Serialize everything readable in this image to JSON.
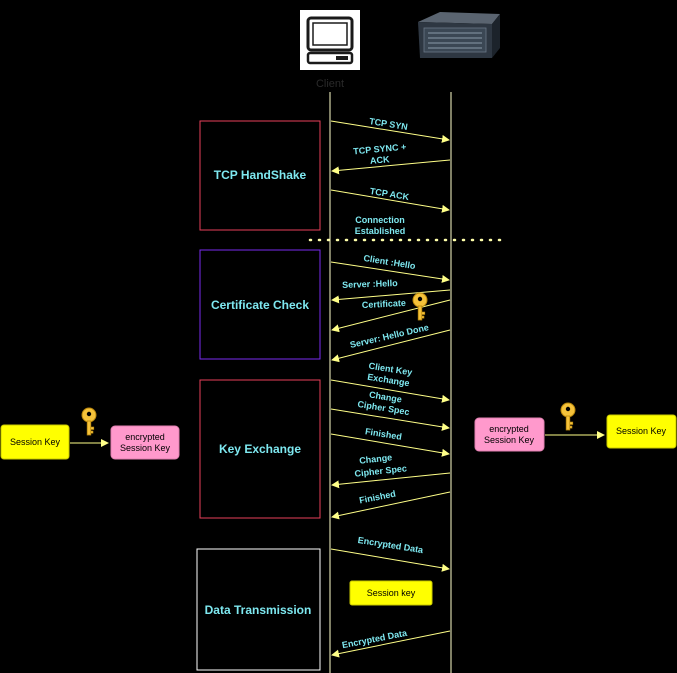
{
  "actors": {
    "client_label": "Client",
    "server_label": ""
  },
  "phases": [
    {
      "label": "TCP HandShake"
    },
    {
      "label": "Certificate Check"
    },
    {
      "label": "Key Exchange"
    },
    {
      "label": "Data Transmission"
    }
  ],
  "messages": [
    {
      "lines": [
        "TCP SYN"
      ],
      "direction": "client-to-server"
    },
    {
      "lines": [
        "TCP SYNC +",
        "ACK"
      ],
      "direction": "server-to-client"
    },
    {
      "lines": [
        "TCP ACK"
      ],
      "direction": "client-to-server"
    },
    {
      "lines": [
        "Client :Hello"
      ],
      "direction": "client-to-server"
    },
    {
      "lines": [
        "Server :Hello"
      ],
      "direction": "server-to-client"
    },
    {
      "lines": [
        "Certificate"
      ],
      "direction": "server-to-client"
    },
    {
      "lines": [
        "Server: Hello Done"
      ],
      "direction": "server-to-client"
    },
    {
      "lines": [
        "Client Key",
        "Exchange"
      ],
      "direction": "client-to-server"
    },
    {
      "lines": [
        "Change",
        "Cipher Spec"
      ],
      "direction": "client-to-server"
    },
    {
      "lines": [
        "Finished"
      ],
      "direction": "client-to-server"
    },
    {
      "lines": [
        "Change",
        "Cipher Spec"
      ],
      "direction": "server-to-client"
    },
    {
      "lines": [
        "Finished"
      ],
      "direction": "server-to-client"
    },
    {
      "lines": [
        "Encrypted Data"
      ],
      "direction": "client-to-server"
    },
    {
      "lines": [
        "Encrypted Data"
      ],
      "direction": "server-to-client"
    }
  ],
  "connection_note": [
    "Connection",
    "Established"
  ],
  "left_key": {
    "session_key": "Session Key",
    "encrypted": [
      "encrypted",
      "Session Key"
    ]
  },
  "right_key": {
    "session_key": "Session Key",
    "encrypted": [
      "encrypted",
      "Session Key"
    ]
  },
  "data_session_key": "Session key",
  "icons": [
    "computer-icon",
    "server-icon",
    "key-icon"
  ],
  "colors": {
    "background": "#000000",
    "arrow": "#ffff88",
    "lifeline": "#ffffcc",
    "text_cyan": "#7ee8f0",
    "tcp_border": "#e8405a",
    "cert_border": "#7a2cf0",
    "key_border": "#e8405a",
    "data_border": "#ffffff",
    "yellow_box": "#ffff00",
    "pink_box": "#ff99cc",
    "key_gold": "#f5c23a"
  }
}
